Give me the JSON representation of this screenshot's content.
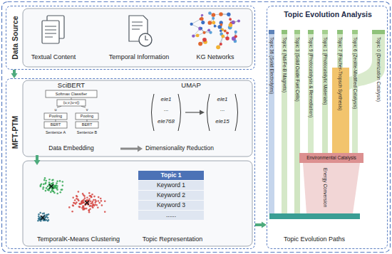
{
  "diagram": {
    "nodes": [
      {
        "text": [
          "Data Source"
        ]
      },
      {
        "text": [
          "Textual Content"
        ],
        "in": 0
      },
      {
        "text": [
          "Temporal Information"
        ],
        "in": 0
      },
      {
        "text": [
          "KG Networks"
        ],
        "in": 0
      },
      {
        "text": [
          "MFT-PTM"
        ]
      },
      {
        "text": [
          "SciBERT",
          "Data Embedding"
        ],
        "in": 4
      },
      {
        "text": [
          "UMAP",
          "Dimensionality Reduction"
        ],
        "in": 4
      },
      {
        "text": [
          "TemporalK-Means Clustering"
        ],
        "in": 4
      },
      {
        "text": [
          "Topic 1",
          "Keyword 1",
          "Keyword 2",
          "Keyword 3",
          "......",
          "Topic Representation"
        ],
        "in": 4
      },
      {
        "text": [
          "Topic Evolution Analysis",
          "Topic Evolution Paths"
        ]
      }
    ],
    "edges": [
      {
        "from": 0,
        "to": 4,
        "arrow": "to"
      },
      {
        "from": 5,
        "to": 6,
        "arrow": "to"
      },
      {
        "from": 5,
        "to": 7,
        "arrow": "to"
      },
      {
        "from": 4,
        "to": 9,
        "arrow": "to"
      }
    ],
    "labels": [
      "Softmax Classifier",
      "(u,v,|u-v|)",
      "u",
      "v",
      "Pooling",
      "Pooling",
      "BERT",
      "BERT",
      "Sentence A",
      "Sentence B",
      "ele1",
      "...",
      "ele768",
      "ele1",
      "...",
      "ele15",
      "Topic 36 (Solid Electrolytes)",
      "Topic 4 (Nd-Fe-B Magnets)",
      "Topic 3 (Solid Oxide Fuel Cells)",
      "Topic 9 (Photocatalysis & Remediation)",
      "Topic 1 (Photocatalytic Materials)",
      "Topic 7 (Fischer-Tropsch Synthesis)",
      "Topic 6 (Zeolite-Modified Catalysis)",
      "Topic 0 (Dimerization Catalysis)",
      "Environmental Catalysis",
      "Energy Conversion"
    ]
  }
}
